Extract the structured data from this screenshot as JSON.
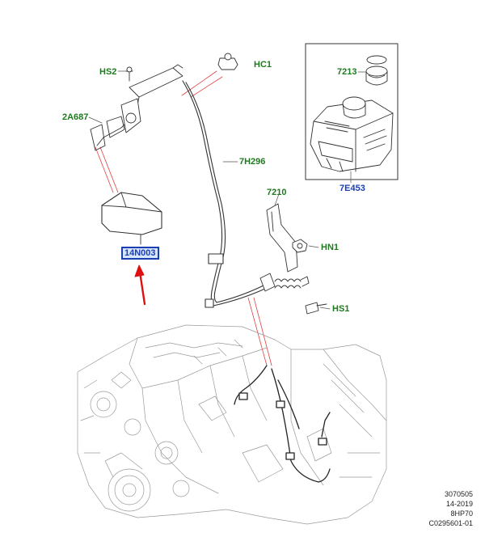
{
  "callouts": {
    "hs2": "HS2",
    "hc1": "HC1",
    "a687": "2A687",
    "h296": "7H296",
    "p14n003": "14N003",
    "p7210": "7210",
    "hn1": "HN1",
    "hs1": "HS1",
    "p7213": "7213",
    "e453": "7E453"
  },
  "meta": {
    "line1": "3070505",
    "line2": "14-2019",
    "line3": "8HP70",
    "line4": "C0295601-01"
  },
  "colors": {
    "label_green": "#1e7a1e",
    "label_blue": "#1b3fb0",
    "highlight_fill": "#d6e6ff",
    "leader_red": "#e04040",
    "arrow_red": "#e01010"
  }
}
